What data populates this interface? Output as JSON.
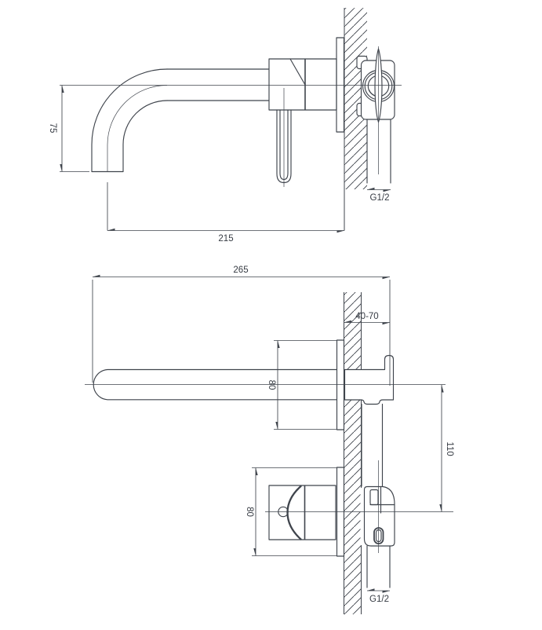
{
  "drawing_title": "wall-mounted-basin-mixer-dimension-drawing",
  "colors": {
    "line": "#3f444c",
    "text": "#363b43",
    "background": "#ffffff"
  },
  "side_view": {
    "labels": {
      "spout_height": "75",
      "spout_reach": "215",
      "thread": "G1/2"
    }
  },
  "plan_view": {
    "labels": {
      "total_depth": "265",
      "wall_thickness_range": "40-70",
      "spout_plate_width": "80",
      "port_distance": "110",
      "valve_plate_width": "80",
      "thread": "G1/2"
    }
  }
}
